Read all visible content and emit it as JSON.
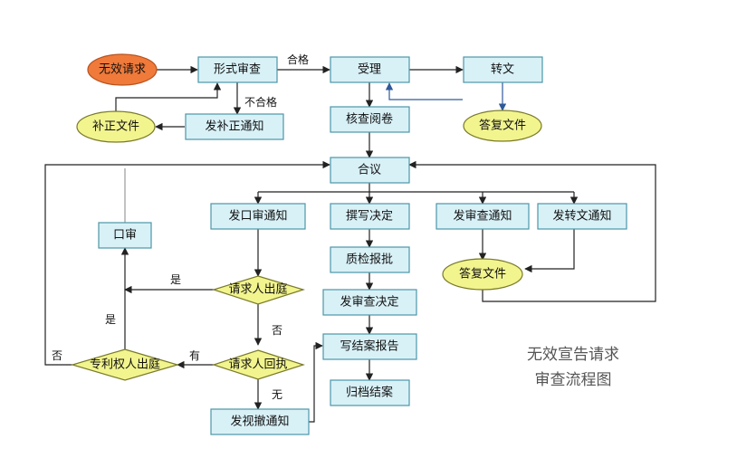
{
  "colors": {
    "process_fill": "#D8F1F7",
    "process_border": "#4E96A8",
    "terminal_fill": "#F2F48E",
    "start_fill": "#F07A3A",
    "line": "#222222",
    "feedback_line": "#2E5A9A"
  },
  "nodes": {
    "start": "无效请求",
    "formal_review": "形式审查",
    "accept": "受理",
    "transfer": "转文",
    "supplement": "补正文件",
    "correction_notice": "发补正通知",
    "reply_file_top": "答复文件",
    "check_file": "核查阅卷",
    "collegial": "合议",
    "oral_notice": "发口审通知",
    "oral_review": "口审",
    "draft_decision": "撰写决定",
    "review_notice": "发审查通知",
    "transfer_notice": "发转文通知",
    "reply_file_mid": "答复文件",
    "quality_check": "质检报批",
    "requester_appear": "请求人出庭",
    "issue_decision": "发审查决定",
    "patentee_appear": "专利权人出庭",
    "requester_withdraw": "请求人回执",
    "write_report": "写结案报告",
    "withdraw_notice": "发视撤通知",
    "archive": "归档结案"
  },
  "labels": {
    "pass": "合格",
    "fail": "不合格",
    "yes1": "是",
    "yes2": "是",
    "no1": "否",
    "no2": "否",
    "has": "有",
    "none": "无"
  },
  "caption": {
    "line1": "无效宣告请求",
    "line2": "审查流程图"
  }
}
